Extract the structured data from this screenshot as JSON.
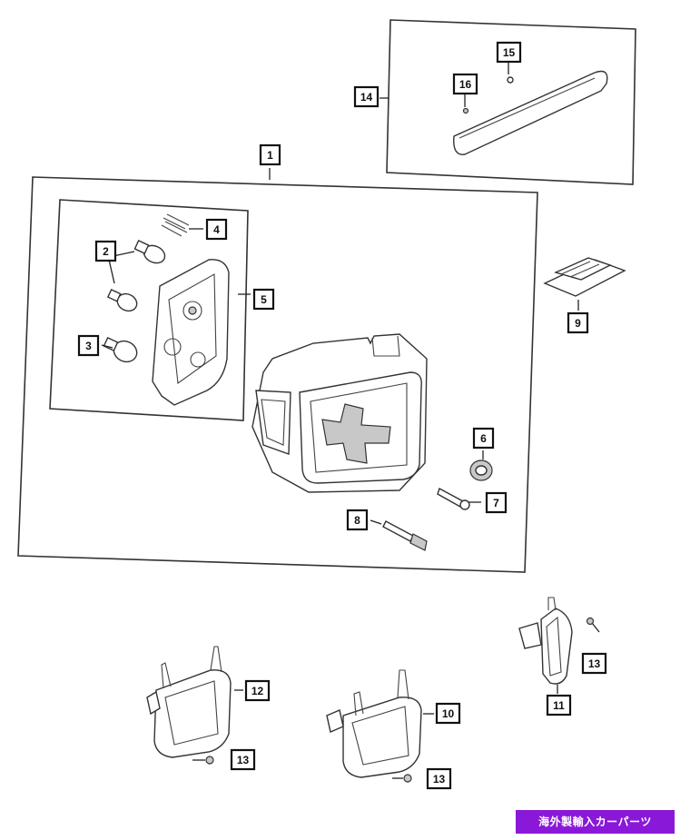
{
  "callouts": {
    "c1": "1",
    "c2": "2",
    "c3": "3",
    "c4": "4",
    "c5": "5",
    "c6": "6",
    "c7": "7",
    "c8": "8",
    "c9": "9",
    "c10": "10",
    "c11": "11",
    "c12": "12",
    "c13a": "13",
    "c13b": "13",
    "c13c": "13",
    "c14": "14",
    "c15": "15",
    "c16": "16"
  },
  "watermark": {
    "text": "海外製輸入カーパーツ",
    "color": "#8a18d8"
  }
}
